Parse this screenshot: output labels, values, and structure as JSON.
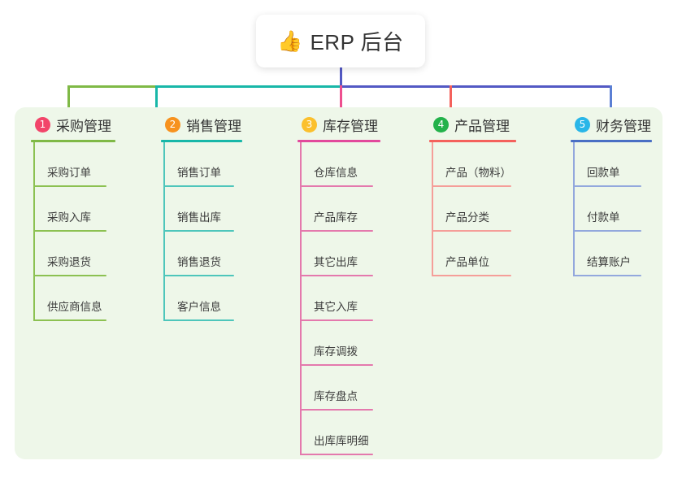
{
  "root": {
    "icon": "thumbs-up-icon",
    "icon_glyph": "👍",
    "title": "ERP 后台"
  },
  "panel": {
    "background_color": "#eef7e9"
  },
  "connector_colors": {
    "segment_green": "#7fb946",
    "segment_teal": "#18b7a8",
    "segment_purple": "#5359c4",
    "drop_col1": "#7fb946",
    "drop_col2": "#18b7a8",
    "drop_col3": "#ee4f8f",
    "drop_col4": "#f4615c",
    "drop_col5": "#5b7fd4",
    "trunk": "#5359c4"
  },
  "columns": [
    {
      "number": "1",
      "title": "采购管理",
      "badge_color": "#f2456a",
      "rule_color": "#7fb946",
      "line_color": "#8cc152",
      "items": [
        {
          "label": "采购订单"
        },
        {
          "label": "采购入库"
        },
        {
          "label": "采购退货"
        },
        {
          "label": "供应商信息"
        }
      ]
    },
    {
      "number": "2",
      "title": "销售管理",
      "badge_color": "#f7921e",
      "rule_color": "#18b7a8",
      "line_color": "#4ec6bb",
      "items": [
        {
          "label": "销售订单"
        },
        {
          "label": "销售出库"
        },
        {
          "label": "销售退货"
        },
        {
          "label": "客户信息"
        }
      ]
    },
    {
      "number": "3",
      "title": "库存管理",
      "badge_color": "#fbc02d",
      "rule_color": "#e2499c",
      "line_color": "#e479ad",
      "items": [
        {
          "label": "仓库信息"
        },
        {
          "label": "产品库存"
        },
        {
          "label": "其它出库"
        },
        {
          "label": "其它入库"
        },
        {
          "label": "库存调拨"
        },
        {
          "label": "库存盘点"
        },
        {
          "label": "出库库明细"
        }
      ]
    },
    {
      "number": "4",
      "title": "产品管理",
      "badge_color": "#23b24b",
      "rule_color": "#f4615c",
      "line_color": "#f59e99",
      "items": [
        {
          "label": "产品（物料）"
        },
        {
          "label": "产品分类"
        },
        {
          "label": "产品单位"
        }
      ]
    },
    {
      "number": "5",
      "title": "财务管理",
      "badge_color": "#29b6e8",
      "rule_color": "#4a6fc4",
      "line_color": "#93a8dd",
      "items": [
        {
          "label": "回款单"
        },
        {
          "label": "付款单"
        },
        {
          "label": "结算账户"
        }
      ]
    }
  ]
}
